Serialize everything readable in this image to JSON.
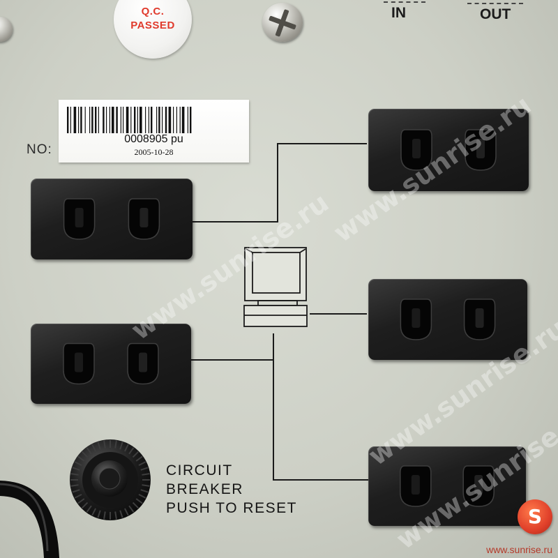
{
  "photo": {
    "subject": "back_panel_with_outlets"
  },
  "sticker": {
    "line1": "Q.C.",
    "line2": "PASSED"
  },
  "ports": {
    "in_label": "IN",
    "out_label": "OUT"
  },
  "serial_label": {
    "no_label": "NO:",
    "number": "0008905 pu",
    "date": "2005-10-28"
  },
  "breaker": {
    "line1": "CIRCUIT",
    "line2": "BREAKER",
    "line3": "PUSH TO RESET"
  },
  "watermark": {
    "text": "www.sunrise.ru",
    "footer_url": "www.sunrise.ru",
    "logo_letter": "S"
  },
  "colors": {
    "panel": "#cdd0c6",
    "outlet": "#1a1a1a",
    "sticker_text": "#e03a2c",
    "watermark_logo": "#e0402a"
  },
  "icons": [
    "screw-icon",
    "computer-icon",
    "outlet-icon",
    "breaker-knob-icon"
  ]
}
